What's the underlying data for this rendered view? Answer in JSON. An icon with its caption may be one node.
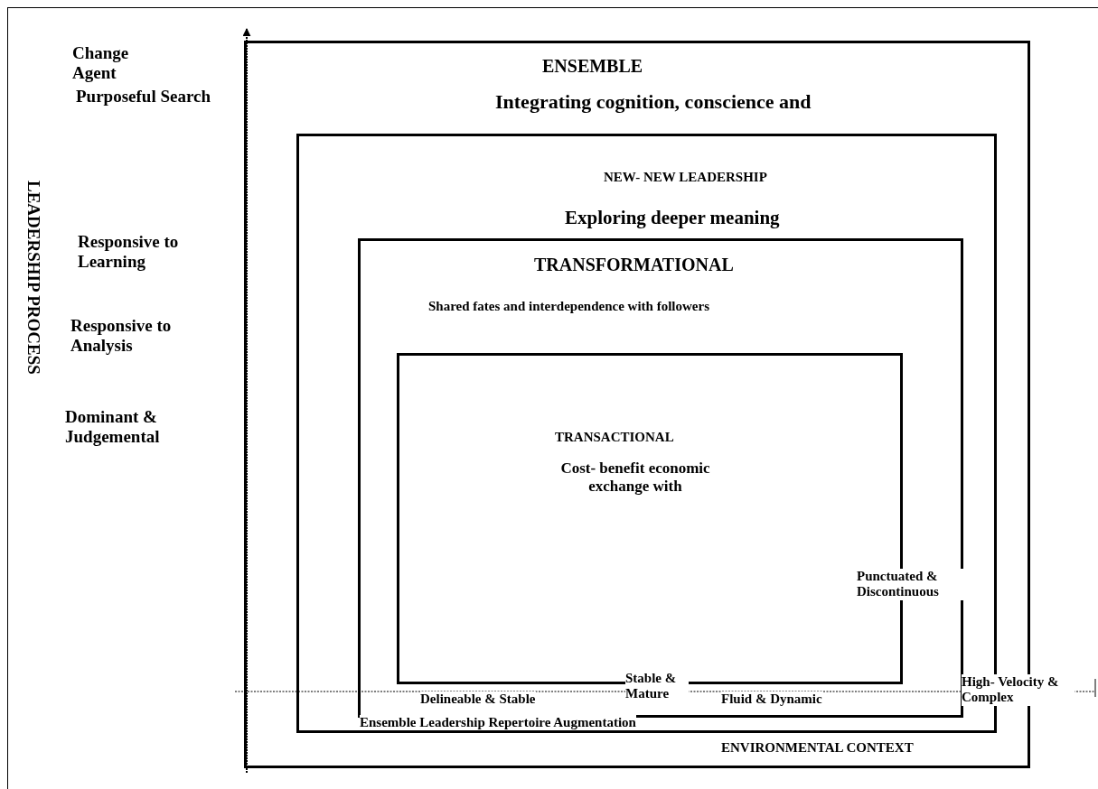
{
  "diagram": {
    "nodes": [
      {
        "text": [
          "ENSEMBLE",
          "Integrating cognition, conscience and"
        ]
      },
      {
        "text": [
          "NEW- NEW LEADERSHIP",
          "Exploring deeper meaning"
        ],
        "in": 0
      },
      {
        "text": [
          "TRANSFORMATIONAL",
          "Shared fates and interdependence with followers"
        ],
        "in": 1
      },
      {
        "text": [
          "TRANSACTIONAL",
          "Cost- benefit economic exchange with"
        ],
        "in": 2
      }
    ],
    "edges": [],
    "labels": [
      "Change Agent",
      "Purposeful Search",
      "LEADERSHIP PROCESS",
      "Responsive to Learning",
      "Responsive to Analysis",
      "Dominant & Judgemental",
      "Punctuated & Discontinuous",
      "Stable & Mature",
      "Delineable & Stable",
      "Fluid & Dynamic",
      "High- Velocity & Complex",
      "Ensemble Leadership Repertoire Augmentation",
      "ENVIRONMENTAL CONTEXT"
    ]
  }
}
